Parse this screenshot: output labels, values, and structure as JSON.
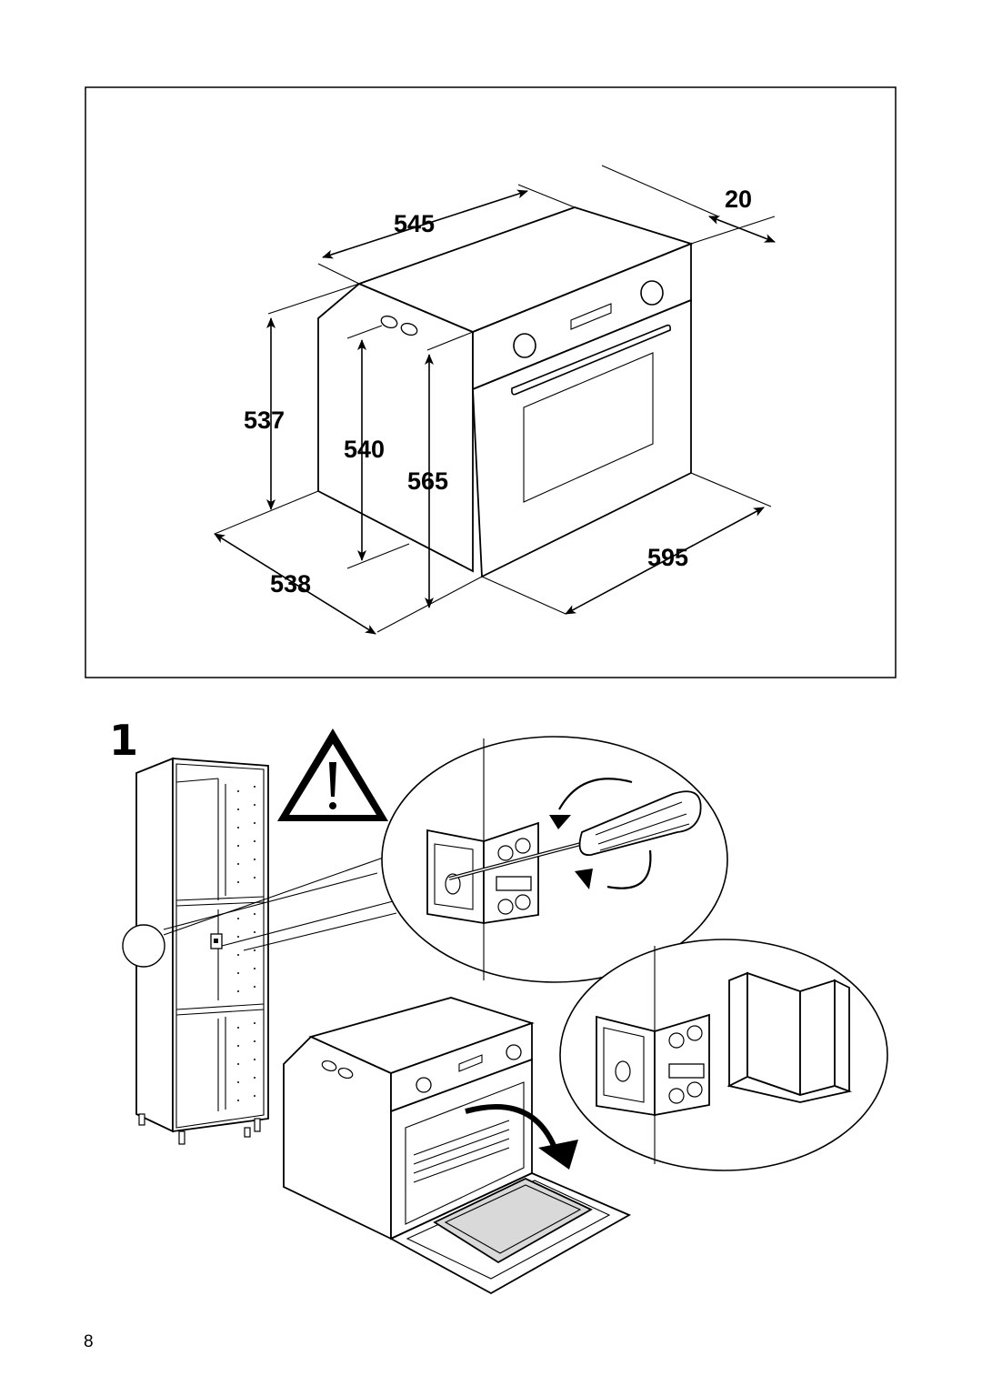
{
  "dimension_diagram": {
    "dimensions": {
      "depth_top": "545",
      "front_panel": "20",
      "height_outer": "537",
      "height_inner": "540",
      "height_front": "565",
      "depth_bottom": "538",
      "width": "595"
    }
  },
  "installation_step": {
    "step_number": "1",
    "warning_icon": "warning-triangle-icon"
  },
  "footer": {
    "page_number": "8"
  },
  "colors": {
    "line": "#000000",
    "background": "#ffffff",
    "tray": "#d9d9d9"
  }
}
